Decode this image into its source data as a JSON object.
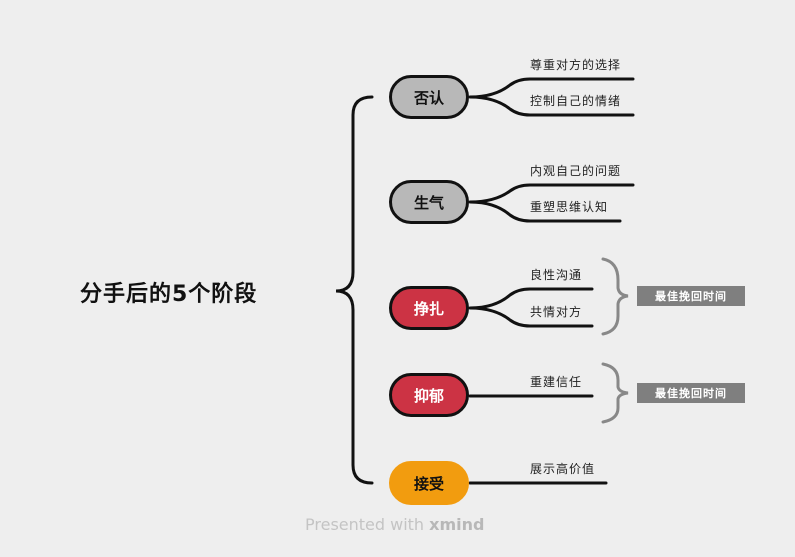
{
  "root": {
    "title": "分手后的5个阶段"
  },
  "stages": [
    {
      "label": "否认",
      "color": "#b8b8b8",
      "children": [
        "尊重对方的选择",
        "控制自己的情绪"
      ]
    },
    {
      "label": "生气",
      "color": "#b8b8b8",
      "children": [
        "内观自己的问题",
        "重塑思维认知"
      ]
    },
    {
      "label": "挣扎",
      "color": "#cc3344",
      "children": [
        "良性沟通",
        "共情对方"
      ],
      "summary": "最佳挽回时间"
    },
    {
      "label": "抑郁",
      "color": "#cc3344",
      "children": [
        "重建信任"
      ],
      "summary": "最佳挽回时间"
    },
    {
      "label": "接受",
      "color": "#f29c0f",
      "children": [
        "展示高价值"
      ]
    }
  ],
  "watermark": {
    "prefix": "Presented with",
    "brand": "xmind"
  }
}
